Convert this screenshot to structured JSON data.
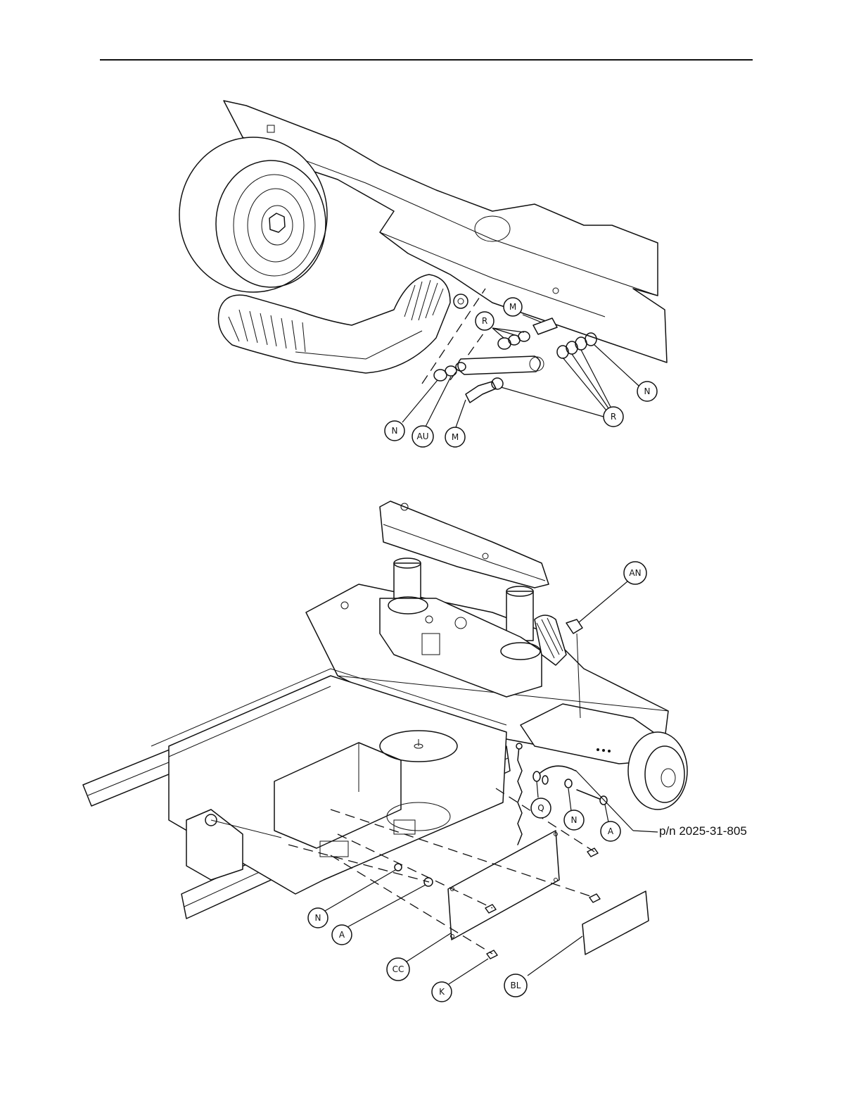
{
  "upper_callouts": [
    {
      "id": "M1",
      "label": "M"
    },
    {
      "id": "R1",
      "label": "R"
    },
    {
      "id": "N1",
      "label": "N"
    },
    {
      "id": "N2",
      "label": "N"
    },
    {
      "id": "AU",
      "label": "AU"
    },
    {
      "id": "M2",
      "label": "M"
    },
    {
      "id": "R2",
      "label": "R"
    }
  ],
  "lower_callouts": [
    {
      "id": "AN",
      "label": "AN"
    },
    {
      "id": "Q",
      "label": "Q"
    },
    {
      "id": "N3",
      "label": "N"
    },
    {
      "id": "A1",
      "label": "A"
    },
    {
      "id": "N4",
      "label": "N"
    },
    {
      "id": "A2",
      "label": "A"
    },
    {
      "id": "CC",
      "label": "CC"
    },
    {
      "id": "K",
      "label": "K"
    },
    {
      "id": "BL",
      "label": "BL"
    }
  ],
  "part_number_label": "p/n 2025-31-805"
}
